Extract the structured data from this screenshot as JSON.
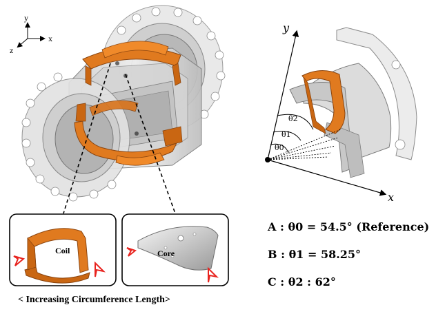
{
  "axes3d": {
    "x": "x",
    "y": "y",
    "z": "z"
  },
  "inset_coil_label": "Coil",
  "inset_core_label": "Core",
  "caption": "< Increasing Circumference Length>",
  "plane_axes": {
    "x": "x",
    "y": "y"
  },
  "angle_labels": [
    "θ2",
    "θ1",
    "θ0"
  ],
  "equations": [
    {
      "name": "A",
      "symbol": "θ0",
      "value": "54.5°",
      "note": "(Reference)"
    },
    {
      "name": "B",
      "symbol": "θ1",
      "value": "58.25°",
      "note": ""
    },
    {
      "name": "C",
      "symbol": "θ2",
      "value": "62°",
      "note": ""
    }
  ],
  "colors": {
    "coil": "#e07a1f",
    "coil_dark": "#a9560f",
    "housing": "#d9d9d9",
    "arrow": "#e8231e"
  }
}
